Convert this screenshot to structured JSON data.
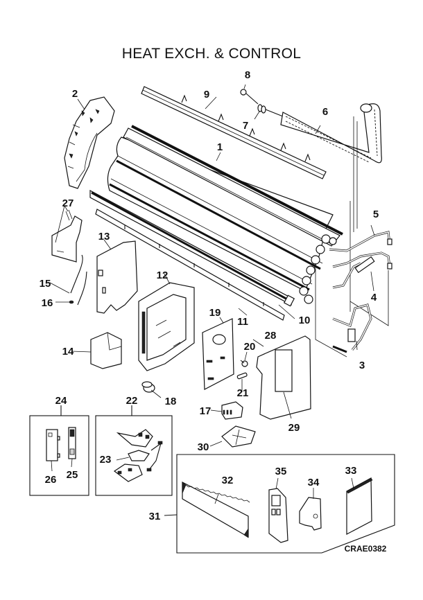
{
  "title": "HEAT EXCH. & CONTROL",
  "reference_code": "CRAE0382",
  "callouts": {
    "c1": "1",
    "c2": "2",
    "c3": "3",
    "c4": "4",
    "c5": "5",
    "c6": "6",
    "c7": "7",
    "c8": "8",
    "c9": "9",
    "c10": "10",
    "c11": "11",
    "c12": "12",
    "c13": "13",
    "c14": "14",
    "c15": "15",
    "c16": "16",
    "c17": "17",
    "c18": "18",
    "c19": "19",
    "c20": "20",
    "c21": "21",
    "c22": "22",
    "c23": "23",
    "c24": "24",
    "c25": "25",
    "c26": "26",
    "c27": "27",
    "c28": "28",
    "c29": "29",
    "c30": "30",
    "c31": "31",
    "c32": "32",
    "c33": "33",
    "c34": "34",
    "c35": "35"
  },
  "groups": {
    "remote_buttons_kit": "24",
    "control_sensor_kit": "22",
    "accessory_kit": "31"
  }
}
